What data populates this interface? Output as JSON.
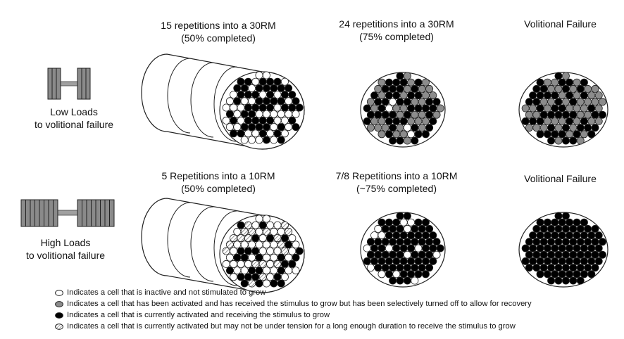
{
  "rows": [
    {
      "load_label_1": "Low Loads",
      "load_label_2": "to volitional failure",
      "columns": [
        {
          "title_1": "15 repetitions into a 30RM",
          "title_2": "(50% completed)"
        },
        {
          "title_1": "24 repetitions into a 30RM",
          "title_2": "(75% completed)"
        },
        {
          "title_1": "Volitional Failure",
          "title_2": ""
        }
      ]
    },
    {
      "load_label_1": "High Loads",
      "load_label_2": "to volitional failure",
      "columns": [
        {
          "title_1": "5 Repetitions into a 10RM",
          "title_2": "(50% completed)"
        },
        {
          "title_1": "7/8 Repetitions into a 10RM",
          "title_2": "(~75% completed)"
        },
        {
          "title_1": "Volitional Failure",
          "title_2": ""
        }
      ]
    }
  ],
  "legend": [
    {
      "key": "inactive",
      "text": "Indicates a cell that is inactive and not stimulated to grow"
    },
    {
      "key": "recovering",
      "text": "Indicates a cell that has been activated and has received the stimulus to grow but has been selectively turned off to allow for recovery"
    },
    {
      "key": "active",
      "text": "Indicates a cell that is currently activated and receiving the stimulus to grow"
    },
    {
      "key": "short_tension",
      "text": "Indicates a cell that is currently activated but may not be under tension for a long enough duration to receive the stimulus to grow"
    }
  ],
  "colors": {
    "inactive": "#ffffff",
    "recovering": "#8c8c8c",
    "active": "#000000",
    "outline": "#222222",
    "dumbbell": "#8a8a8a",
    "dumbbell_bar": "#a0a0a0"
  },
  "icons": {
    "row1": "dumbbell-light-icon",
    "row2": "dumbbell-heavy-icon"
  },
  "cell_proportions": [
    {
      "inactive": 0.45,
      "recovering": 0,
      "active": 0.55,
      "short_tension": 0
    },
    {
      "inactive": 0.15,
      "recovering": 0.35,
      "active": 0.5,
      "short_tension": 0
    },
    {
      "inactive": 0,
      "recovering": 0.55,
      "active": 0.45,
      "short_tension": 0
    },
    {
      "inactive": 0.5,
      "recovering": 0,
      "active": 0.28,
      "short_tension": 0.22
    },
    {
      "inactive": 0.15,
      "recovering": 0,
      "active": 0.85,
      "short_tension": 0
    },
    {
      "inactive": 0,
      "recovering": 0,
      "active": 1,
      "short_tension": 0
    }
  ]
}
